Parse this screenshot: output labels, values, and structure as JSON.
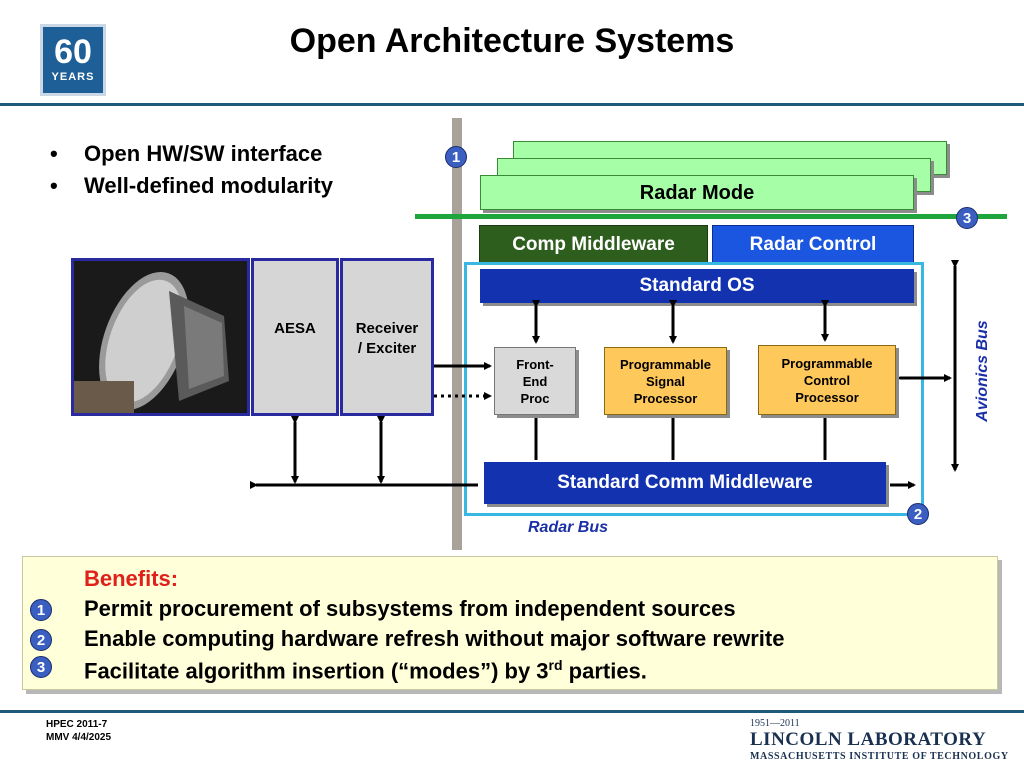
{
  "header": {
    "title": "Open Architecture Systems",
    "logo_number": "60",
    "logo_text": "YEARS"
  },
  "bullets": [
    "Open HW/SW interface",
    "Well-defined modularity"
  ],
  "diagram": {
    "radar_mode": "Radar Mode",
    "comp_middleware": "Comp Middleware",
    "radar_control": "Radar Control",
    "standard_os": "Standard OS",
    "front_end_proc": [
      "Front-",
      "End",
      "Proc"
    ],
    "signal_processor": [
      "Programmable",
      "Signal",
      "Processor"
    ],
    "control_processor": [
      "Programmable",
      "Control",
      "Processor"
    ],
    "standard_comm_middleware": "Standard Comm Middleware",
    "aesa": "AESA",
    "receiver_exciter": [
      "Receiver",
      "/ Exciter"
    ],
    "radar_bus": "Radar Bus",
    "avionics_bus": "Avionics Bus",
    "badges": [
      "1",
      "2",
      "3"
    ]
  },
  "benefits": {
    "title": "Benefits:",
    "items": [
      {
        "badge": "1",
        "text": "Permit procurement of subsystems from independent sources"
      },
      {
        "badge": "2",
        "text": "Enable computing hardware refresh without major software rewrite"
      },
      {
        "badge": "3",
        "text_before": "Facilitate algorithm insertion (“modes”) by 3",
        "sup": "rd",
        "text_after": " parties."
      }
    ]
  },
  "footer": {
    "left_line1": "HPEC 2011-7",
    "left_line2": "MMV 4/4/2025",
    "years": "1951—2011",
    "lab": "LINCOLN LABORATORY",
    "institute": "MASSACHUSETTS INSTITUTE OF TECHNOLOGY"
  },
  "colors": {
    "accent_rule": "#1f5a7a",
    "radar_mode_green": "#a6ffa6",
    "middleware_green": "#2e5e1e",
    "control_blue": "#1b56e0",
    "os_blue": "#1232b0",
    "processor_orange": "#ffc85a",
    "benefits_red": "#e0201a",
    "benefits_bg": "#ffffd9"
  },
  "icons": {
    "logo": "60-years-logo",
    "photo": "aesa-antenna-photo",
    "badge": "numbered-circle-icon"
  }
}
